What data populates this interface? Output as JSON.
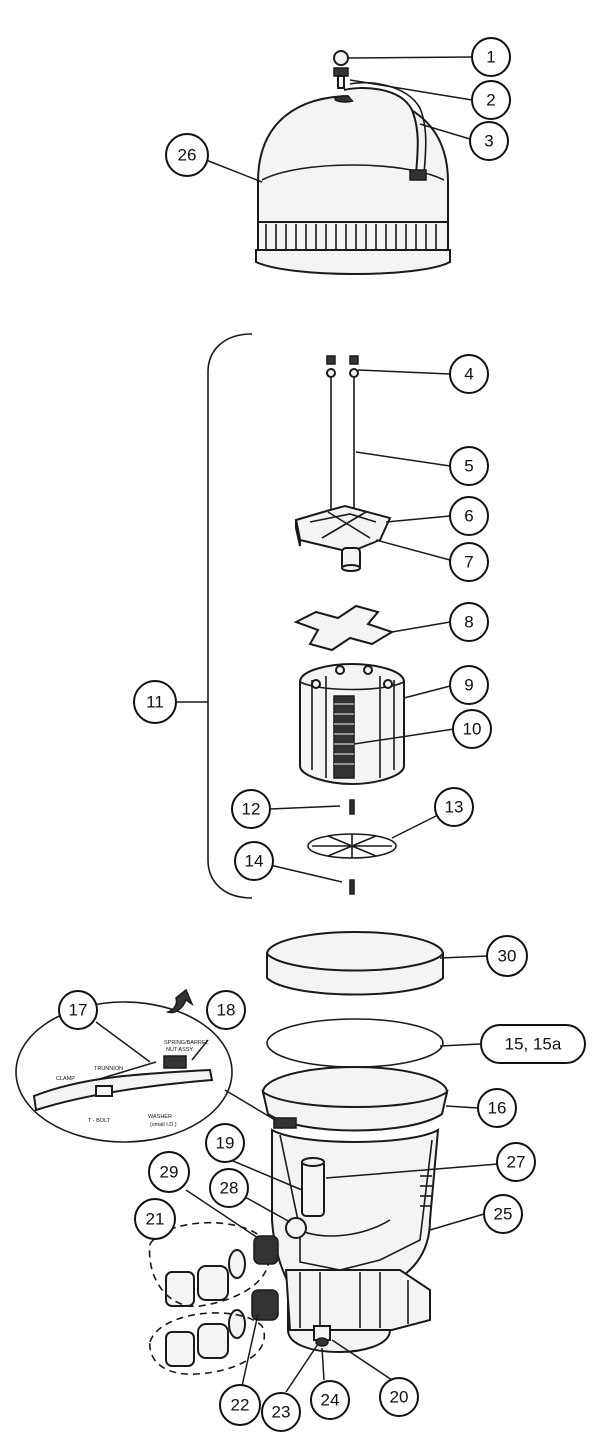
{
  "callouts": [
    {
      "id": "c1",
      "label": "1"
    },
    {
      "id": "c2",
      "label": "2"
    },
    {
      "id": "c3",
      "label": "3"
    },
    {
      "id": "c26",
      "label": "26"
    },
    {
      "id": "c4",
      "label": "4"
    },
    {
      "id": "c5",
      "label": "5"
    },
    {
      "id": "c6",
      "label": "6"
    },
    {
      "id": "c7",
      "label": "7"
    },
    {
      "id": "c8",
      "label": "8"
    },
    {
      "id": "c9",
      "label": "9"
    },
    {
      "id": "c10",
      "label": "10"
    },
    {
      "id": "c11",
      "label": "11"
    },
    {
      "id": "c12",
      "label": "12"
    },
    {
      "id": "c13",
      "label": "13"
    },
    {
      "id": "c14",
      "label": "14"
    },
    {
      "id": "c30",
      "label": "30"
    },
    {
      "id": "c17",
      "label": "17"
    },
    {
      "id": "c18",
      "label": "18"
    },
    {
      "id": "c15",
      "label": "15, 15a"
    },
    {
      "id": "c16",
      "label": "16"
    },
    {
      "id": "c19",
      "label": "19"
    },
    {
      "id": "c27",
      "label": "27"
    },
    {
      "id": "c29",
      "label": "29"
    },
    {
      "id": "c28",
      "label": "28"
    },
    {
      "id": "c25",
      "label": "25"
    },
    {
      "id": "c21",
      "label": "21"
    },
    {
      "id": "c22",
      "label": "22"
    },
    {
      "id": "c23",
      "label": "23"
    },
    {
      "id": "c24",
      "label": "24"
    },
    {
      "id": "c20",
      "label": "20"
    }
  ],
  "detail_labels": {
    "spring": "SPRING/BARREL",
    "spring2": "NUT ASSY.",
    "trunnion": "TRUNNION",
    "clamp": "CLAMP",
    "tbolt": "T - BOLT",
    "washer": "WASHER",
    "washer2": "(small I.D.)"
  }
}
